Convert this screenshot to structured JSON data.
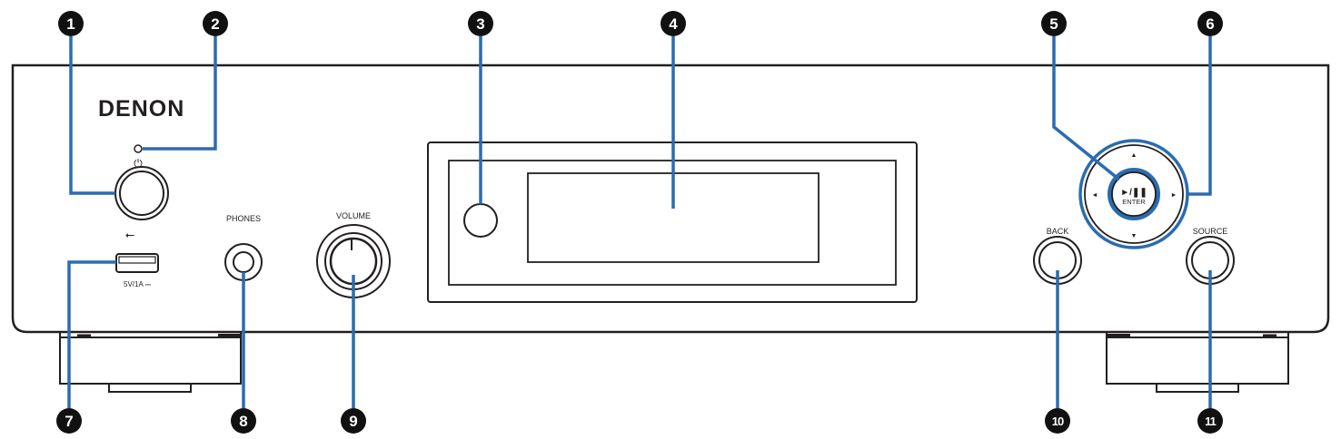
{
  "device": {
    "brand": "DENON",
    "power_symbol": "⏻",
    "phones_label": "PHONES",
    "volume_label": "VOLUME",
    "usb_symbol": "⭠",
    "usb_rating": "5V/1A ⎓",
    "back_label": "BACK",
    "source_label": "SOURCE",
    "enter_play_pause": "►/❚❚",
    "enter_label": "ENTER",
    "arrow_up": "▲",
    "arrow_down": "▼",
    "arrow_left": "◄",
    "arrow_right": "►"
  },
  "callouts": [
    {
      "num": "1",
      "part": "power-button"
    },
    {
      "num": "2",
      "part": "power-indicator"
    },
    {
      "num": "3",
      "part": "remote-sensor"
    },
    {
      "num": "4",
      "part": "display"
    },
    {
      "num": "5",
      "part": "enter-button"
    },
    {
      "num": "6",
      "part": "cursor-buttons"
    },
    {
      "num": "7",
      "part": "usb-port"
    },
    {
      "num": "8",
      "part": "headphones-jack"
    },
    {
      "num": "9",
      "part": "volume-knob"
    },
    {
      "num": "10",
      "part": "back-button"
    },
    {
      "num": "11",
      "part": "source-button"
    }
  ],
  "colors": {
    "outline": "#231f20",
    "highlight": "#2b6cb0",
    "badge": "#111111"
  }
}
